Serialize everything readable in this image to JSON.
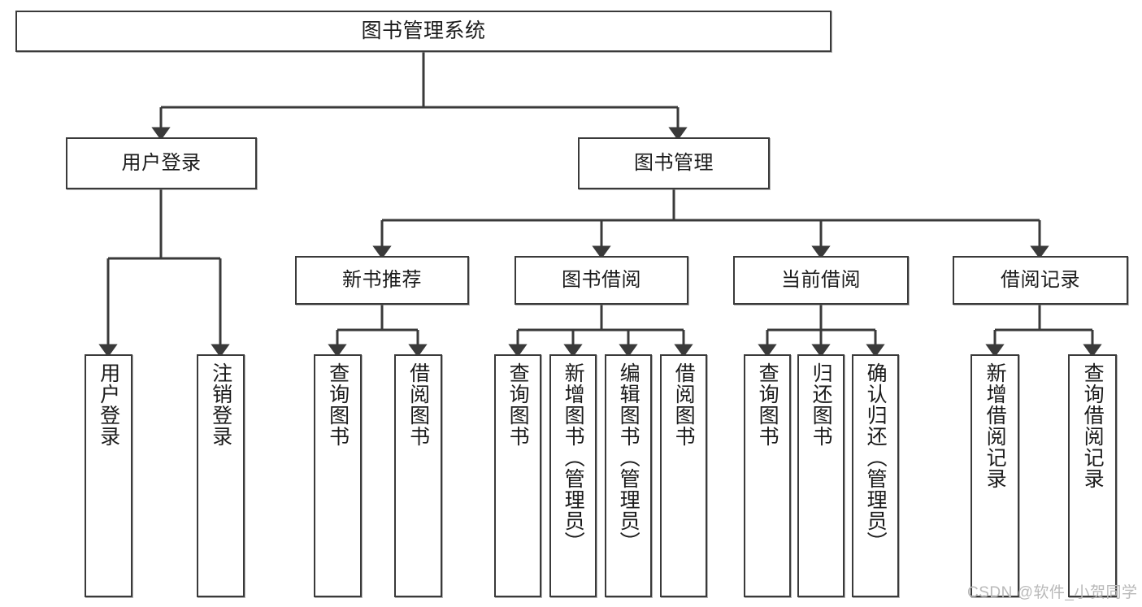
{
  "diagram": {
    "title": "图书管理系统",
    "type": "tree-hierarchy-chart",
    "root": {
      "label": "图书管理系统"
    },
    "level2": [
      {
        "label": "用户登录"
      },
      {
        "label": "图书管理"
      }
    ],
    "level3": [
      {
        "label": "新书推荐"
      },
      {
        "label": "图书借阅"
      },
      {
        "label": "当前借阅"
      },
      {
        "label": "借阅记录"
      }
    ],
    "leaves": {
      "user_login": [
        {
          "label": "用户登录"
        },
        {
          "label": "注销登录"
        }
      ],
      "new_book_recommend": [
        {
          "label": "查询图书"
        },
        {
          "label": "借阅图书"
        }
      ],
      "book_borrow": [
        {
          "label": "查询图书"
        },
        {
          "label": "新增图书（管理员）"
        },
        {
          "label": "编辑图书（管理员）"
        },
        {
          "label": "借阅图书"
        }
      ],
      "current_borrow": [
        {
          "label": "查询图书"
        },
        {
          "label": "归还图书"
        },
        {
          "label": "确认归还（管理员）"
        }
      ],
      "borrow_record": [
        {
          "label": "新增借阅记录"
        },
        {
          "label": "查询借阅记录"
        }
      ]
    }
  },
  "watermark": {
    "text": "CSDN @软件_小贺同学"
  },
  "colors": {
    "stroke": "#3a3a3a",
    "fill": "#ffffff",
    "text": "#1b1b1b",
    "watermark": "#b9b9b9"
  }
}
